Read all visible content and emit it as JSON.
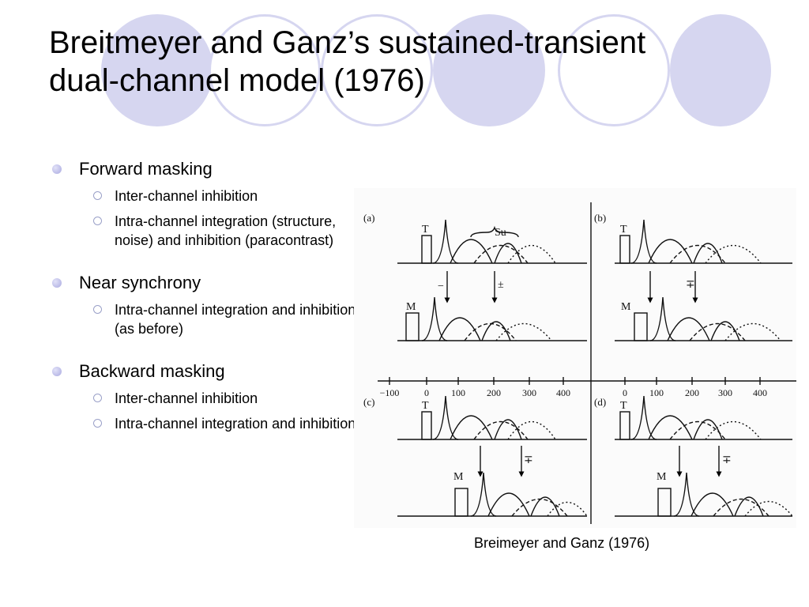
{
  "slide": {
    "title_line1": "Breitmeyer and Ganz’s sustained-transient",
    "title_line2": "dual-channel model (1976)"
  },
  "bullets": [
    {
      "label": "Forward masking",
      "sub": [
        "Inter-channel inhibition",
        "Intra-channel integration (structure, noise) and inhibition (paracontrast)"
      ]
    },
    {
      "label": "Near synchrony",
      "sub": [
        "Intra-channel integration and inhibition (as before)"
      ]
    },
    {
      "label": "Backward masking",
      "sub": [
        "Inter-channel inhibition",
        "Intra-channel integration and inhibition"
      ]
    }
  ],
  "figure": {
    "panel_labels": [
      "(a)",
      "(b)",
      "(c)",
      "(d)"
    ],
    "stim_target": "T",
    "stim_mask": "M",
    "sustained_label": "Su",
    "axis_ticks_left": [
      "−100",
      "0",
      "100",
      "200",
      "300",
      "400"
    ],
    "axis_ticks_right": [
      "0",
      "100",
      "200",
      "300",
      "400"
    ],
    "arrow_minus": "−",
    "arrow_pm": "±",
    "arrow_mp": "∓"
  },
  "caption": "Breimeyer and Ganz (1976)",
  "colors": {
    "circle_fill": "#d6d6f0",
    "bullet_fill": "#a9a9e0",
    "sub_bullet_ring": "#9aa0c8"
  }
}
